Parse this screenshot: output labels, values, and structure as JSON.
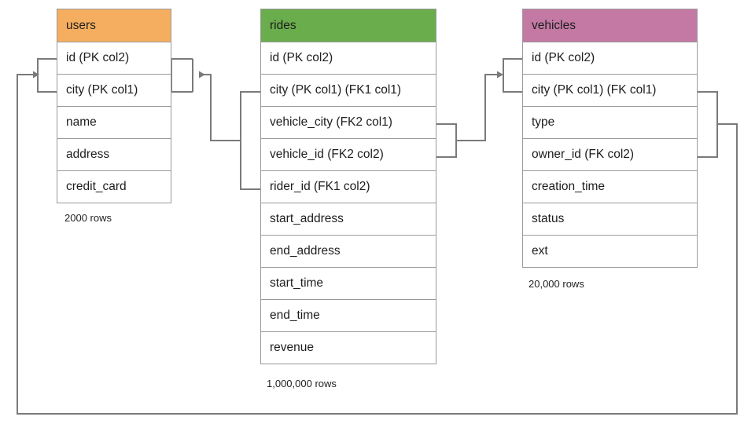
{
  "diagram": {
    "title": "ride-sharing schema ER diagram",
    "background": "#ffffff",
    "line_color": "#7a7a7a",
    "border_color": "#9a9a9a"
  },
  "tables": [
    {
      "name": "users",
      "header_color": "#F5AE5F",
      "row_count_label": "2000 rows",
      "fields": [
        {
          "label": "id (PK col2)"
        },
        {
          "label": "city (PK col1)"
        },
        {
          "label": "name"
        },
        {
          "label": "address"
        },
        {
          "label": "credit_card"
        }
      ]
    },
    {
      "name": "rides",
      "header_color": "#6AAD4C",
      "row_count_label": "1,000,000 rows",
      "fields": [
        {
          "label": "id (PK col2)"
        },
        {
          "label": "city (PK col1) (FK1 col1)"
        },
        {
          "label": "vehicle_city (FK2 col1)"
        },
        {
          "label": "vehicle_id (FK2 col2)"
        },
        {
          "label": "rider_id (FK1 col2)"
        },
        {
          "label": "start_address"
        },
        {
          "label": "end_address"
        },
        {
          "label": "start_time"
        },
        {
          "label": "end_time"
        },
        {
          "label": "revenue"
        }
      ]
    },
    {
      "name": "vehicles",
      "header_color": "#C379A4",
      "row_count_label": "20,000 rows",
      "fields": [
        {
          "label": "id (PK col2)"
        },
        {
          "label": "city (PK col1) (FK col1)"
        },
        {
          "label": "type"
        },
        {
          "label": "owner_id (FK col2)"
        },
        {
          "label": "creation_time"
        },
        {
          "label": "status"
        },
        {
          "label": "ext"
        }
      ]
    }
  ],
  "relationships": [
    {
      "name": "rides-fk1-to-users",
      "from_table": "rides",
      "from_fields": [
        "city (PK col1) (FK1 col1)",
        "rider_id (FK1 col2)"
      ],
      "to_table": "users",
      "to_fields": [
        "id (PK col2)",
        "city (PK col1)"
      ]
    },
    {
      "name": "rides-fk2-to-vehicles",
      "from_table": "rides",
      "from_fields": [
        "vehicle_city (FK2 col1)",
        "vehicle_id (FK2 col2)"
      ],
      "to_table": "vehicles",
      "to_fields": [
        "id (PK col2)",
        "city (PK col1) (FK col1)"
      ]
    },
    {
      "name": "vehicles-fk-to-users",
      "from_table": "vehicles",
      "from_fields": [
        "city (PK col1) (FK col1)",
        "owner_id (FK col2)"
      ],
      "to_table": "users",
      "to_fields": [
        "id (PK col2)",
        "city (PK col1)"
      ]
    }
  ]
}
